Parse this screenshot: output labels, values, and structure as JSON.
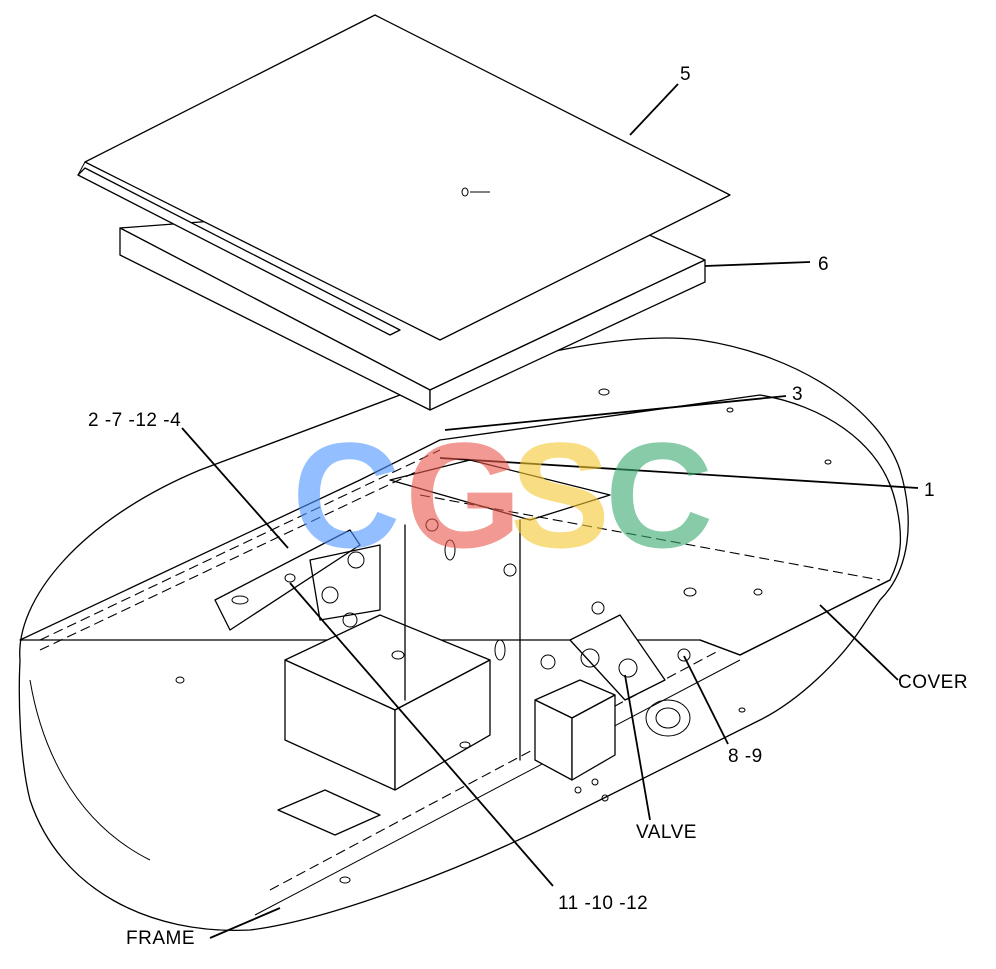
{
  "labels": {
    "part_5": "5",
    "part_6": "6",
    "part_3": "3",
    "part_1": "1",
    "part_2_7_12_4": "2 -7 -12 -4",
    "cover": "COVER",
    "part_8_9": "8 -9",
    "valve": "VALVE",
    "part_11_10_12": "11 -10 -12",
    "frame": "FRAME"
  },
  "watermark": {
    "letters": [
      "C",
      "G",
      "S",
      "C"
    ],
    "colors": [
      "#4d94ff",
      "#e8574a",
      "#f5c831",
      "#3aaa70"
    ]
  }
}
